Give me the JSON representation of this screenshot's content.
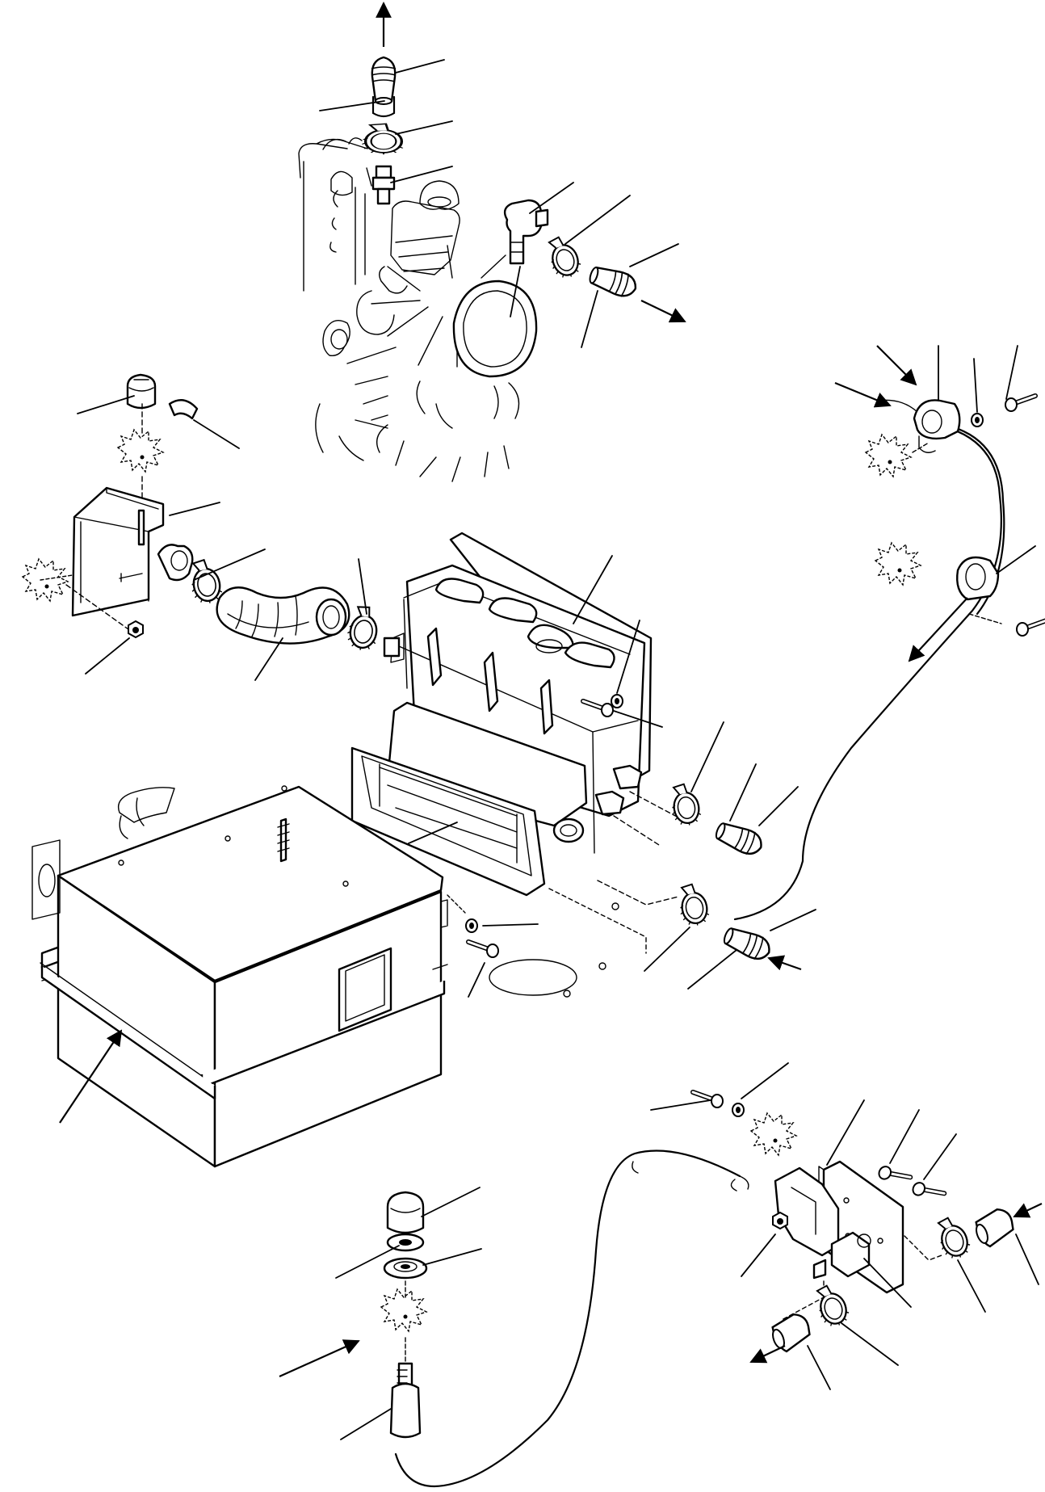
{
  "diagram": {
    "kind": "exploded-parts-view",
    "line_color": "#000000",
    "background": "#ffffff",
    "components": [
      "engine-block",
      "heater-unit",
      "blower-housing",
      "control-panel-box",
      "heater-hose",
      "hose-clamp",
      "hose-fitting",
      "elbow-fitting",
      "water-valve",
      "valve-bracket",
      "control-cable",
      "control-knob",
      "washer",
      "nut",
      "bolt",
      "grommet",
      "mounting-symbol",
      "flow-arrow"
    ]
  }
}
